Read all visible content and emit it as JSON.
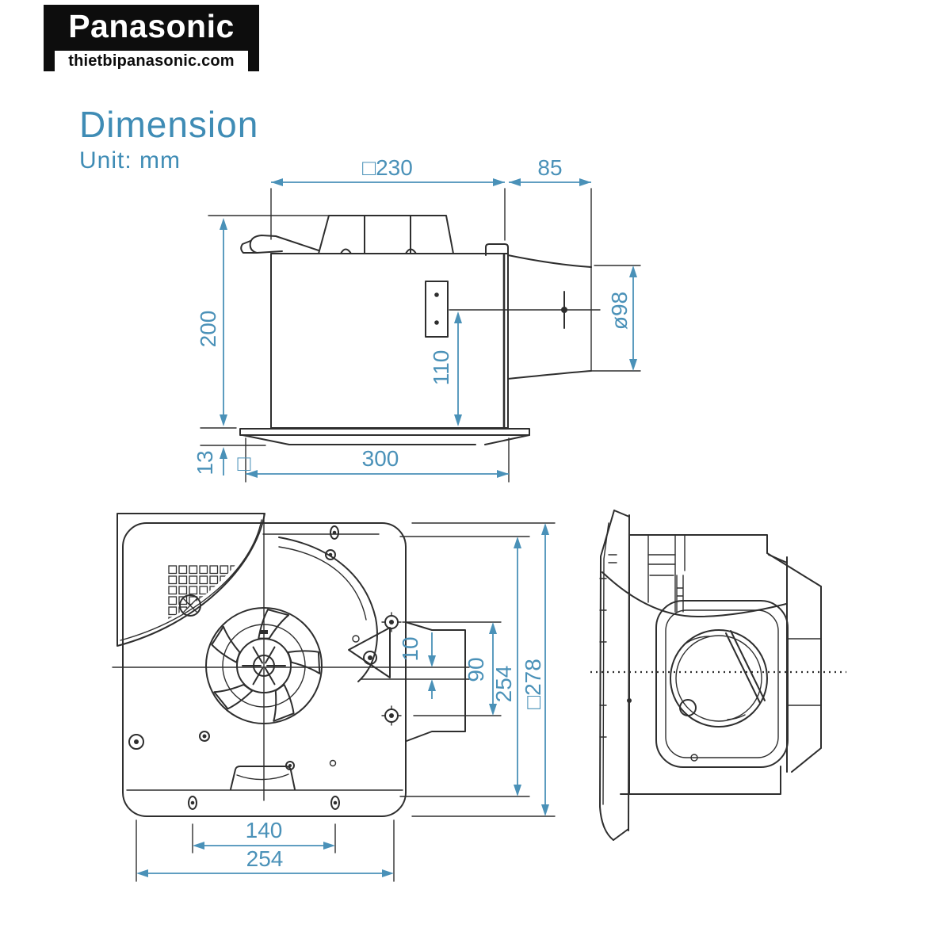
{
  "brand": {
    "name": "Panasonic",
    "website": "thietbipanasonic.com"
  },
  "header": {
    "title": "Dimension",
    "unit_label": "Unit: mm"
  },
  "colors": {
    "accent_blue": "#4a91b8",
    "title_blue": "#3f8cb5",
    "line_color": "#2e2e2e",
    "logo_background": "#0d0d0d"
  },
  "views": {
    "side_view_dims": {
      "body_width": "□230",
      "duct_length": "85",
      "body_height": "200",
      "duct_diameter": "ø98",
      "duct_center_height": "110",
      "flange_thickness": "13",
      "flange_square_symbol": "□",
      "flange_width": "300"
    },
    "front_view_dims": {
      "center_offset": "10",
      "outlet_width": "90",
      "mounting_pitch": "254",
      "body_square": "□278",
      "mounting_hole_pitch": "140",
      "panel_width": "254"
    }
  }
}
